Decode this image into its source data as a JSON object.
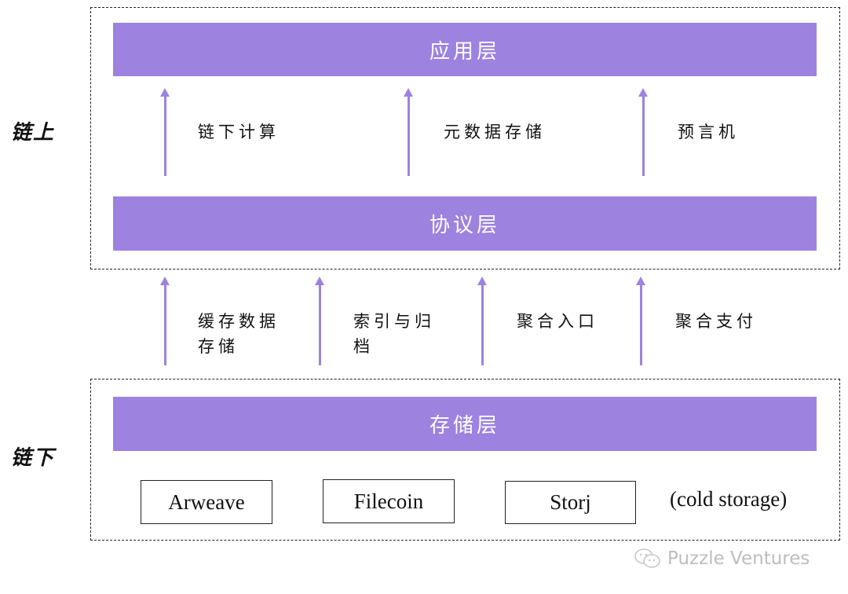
{
  "diagram": {
    "onchain_label": "链上",
    "offchain_label": "链下",
    "layers": {
      "application": "应用层",
      "protocol": "协议层",
      "storage": "存储层"
    },
    "upper_arrows": [
      {
        "label": "链下计算"
      },
      {
        "label": "元数据存储"
      },
      {
        "label": "预言机"
      }
    ],
    "lower_arrows": [
      {
        "label_line1": "缓存数据",
        "label_line2": "存储"
      },
      {
        "label_line1": "索引与归",
        "label_line2": "档"
      },
      {
        "label_line1": "聚合入口",
        "label_line2": ""
      },
      {
        "label_line1": "聚合支付",
        "label_line2": ""
      }
    ],
    "storage_nodes": [
      "Arweave",
      "Filecoin",
      "Storj"
    ],
    "storage_note": "(cold storage)",
    "accent_color": "#9d82e0"
  },
  "watermark": {
    "icon": "wechat-icon",
    "text": "Puzzle Ventures"
  }
}
